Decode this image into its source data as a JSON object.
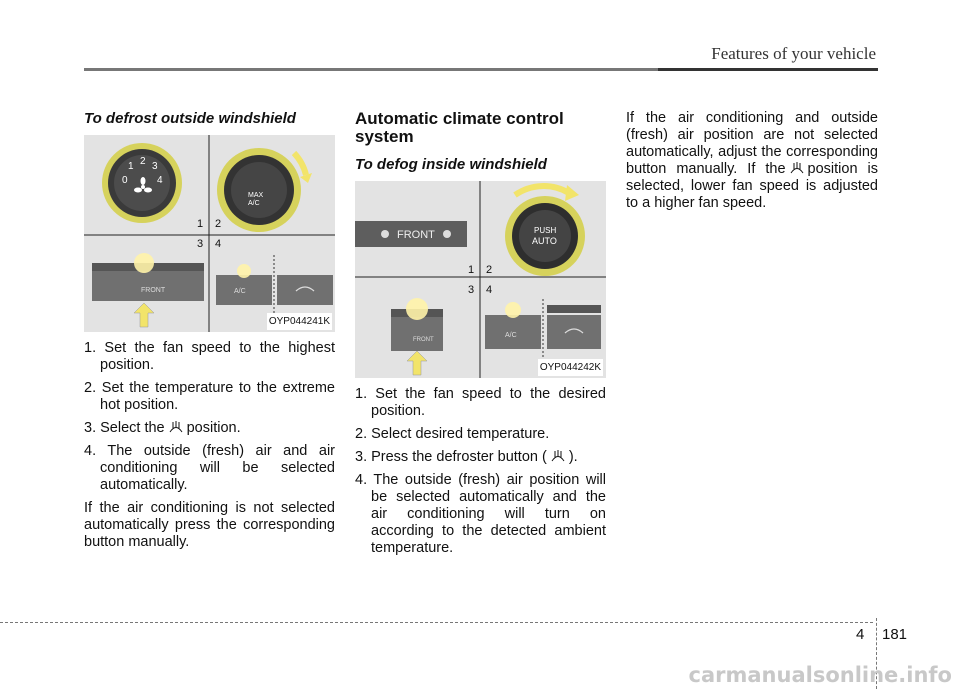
{
  "header": {
    "title": "Features of your vehicle"
  },
  "left": {
    "subheading": "To defrost outside windshield",
    "figure": {
      "code": "OYP044241K",
      "callouts": [
        "1",
        "2",
        "3",
        "4"
      ],
      "dial1_numbers": [
        "0",
        "1",
        "2",
        "3",
        "4"
      ],
      "dial2_label": "MAX\nA/C",
      "button_front": "FRONT",
      "button_ac": "A/C"
    },
    "steps": [
      "1. Set the fan speed to the highest position.",
      "2. Set the temperature to the extreme hot position.",
      "3. Select the",
      "4. The outside (fresh) air and air conditioning will be selected automatically."
    ],
    "step3_suffix": "position.",
    "paragraph": "If the air conditioning is not selected automatically press the corresponding button manually."
  },
  "middle": {
    "heading": "Automatic climate control system",
    "subheading": "To defog inside windshield",
    "figure": {
      "code": "OYP044242K",
      "callouts": [
        "1",
        "2",
        "3",
        "4"
      ],
      "button_front": "FRONT",
      "knob_push": "PUSH",
      "knob_auto": "AUTO",
      "button_ac": "A/C"
    },
    "steps": [
      "1. Set the fan speed to the desired position.",
      "2. Select desired temperature.",
      "3. Press the defroster button (",
      "4. The outside (fresh) air position will be selected automatically and the air conditioning will turn on according to the detected ambient temperature."
    ],
    "step3_suffix": ")."
  },
  "right": {
    "paragraph_before": "If the air conditioning and outside (fresh) air position are not selected automatically, adjust the corresponding button manually. If the",
    "paragraph_after": "position is selected, lower fan speed is adjusted to a higher fan speed."
  },
  "footer": {
    "chapter": "4",
    "page": "181",
    "watermark": "carmanualsonline.info"
  },
  "icons": [
    "defrost-icon",
    "fan-icon",
    "recirculation-icon",
    "arrow-up-icon"
  ],
  "colors": {
    "arrow": "#f2e46a",
    "glow": "#fff3a8",
    "dial_ring": "#d6d25c"
  }
}
